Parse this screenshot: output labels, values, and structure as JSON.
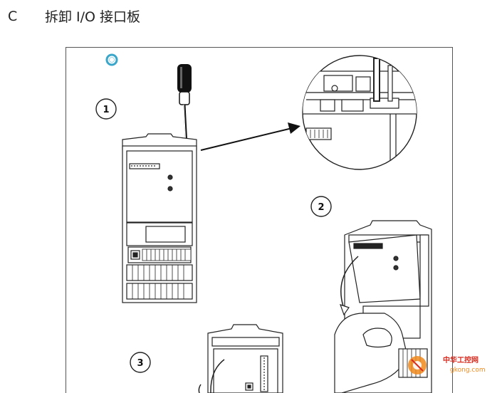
{
  "heading": {
    "letter": "C",
    "title": "拆卸 I/O 接口板"
  },
  "steps": [
    {
      "label": "1"
    },
    {
      "label": "2"
    },
    {
      "label": "3"
    }
  ],
  "watermark": {
    "line1": "中华工控网",
    "line2": "gkong.com"
  },
  "colors": {
    "line": "#222222",
    "marker_ring": "#3aa6c9",
    "watermark_orange": "#f08a1c",
    "watermark_red": "#d9281c"
  }
}
